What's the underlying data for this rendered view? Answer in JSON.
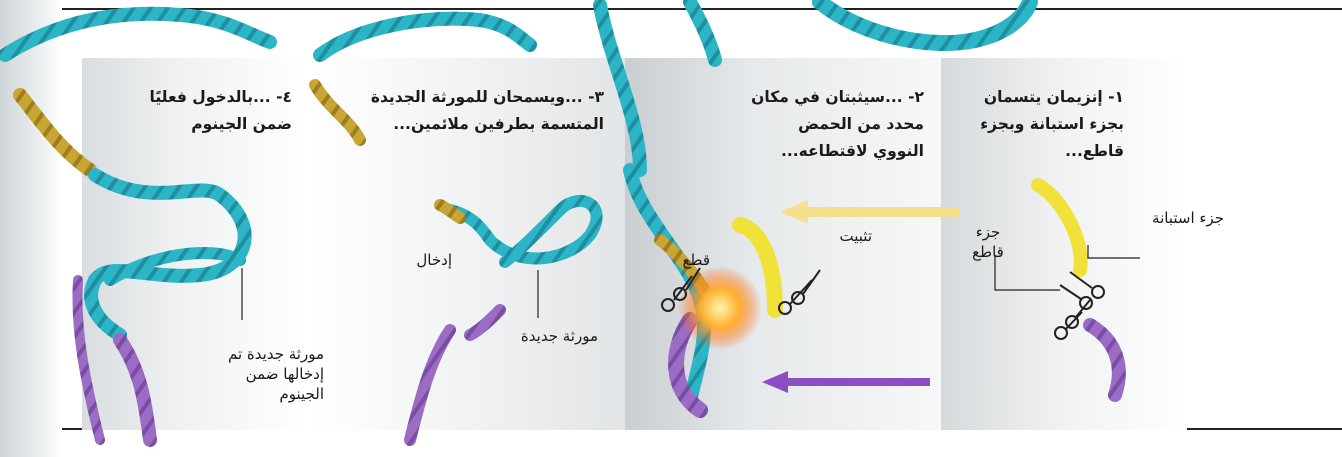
{
  "steps": [
    {
      "caption_line1": "١- إنزيمان يتسمان",
      "caption_line2": "بجزء استبانة وبجزء",
      "caption_line3": "قاطع..."
    },
    {
      "caption_line1": "٢- ...سيثبتان في مكان",
      "caption_line2": "محدد من الحمض",
      "caption_line3": "النووي لاقتطاعه..."
    },
    {
      "caption_line1": "٣- ...ويسمحان للمورثة الجديدة",
      "caption_line2": "المتسمة بطرفين ملائمين..."
    },
    {
      "caption_line1": "٤- ...بالدخول فعليًا",
      "caption_line2": "ضمن الجينوم"
    }
  ],
  "labels": {
    "recognition_part": "جزء استبانة",
    "cutting_part_line1": "جزء",
    "cutting_part_line2": "قاطع",
    "binding": "تثبيت",
    "cut": "قطع",
    "insertion": "إدخال",
    "new_gene": "مورثة جديدة",
    "inserted_gene_line1": "مورثة جديدة تم",
    "inserted_gene_line2": "إدخالها ضمن",
    "inserted_gene_line3": "الجينوم"
  },
  "colors": {
    "dna_teal": "#2bb5c6",
    "gene_gold": "#c9a534",
    "enzyme_purple": "#9b6cc4",
    "enzyme_yellow": "#f1e23a",
    "arrow_yellow": "#f4e08a",
    "arrow_purple": "#8a4fc2",
    "cut_flash": "#ff7a1a"
  },
  "icons": [
    "scissors-icon",
    "cut-flash-icon"
  ]
}
